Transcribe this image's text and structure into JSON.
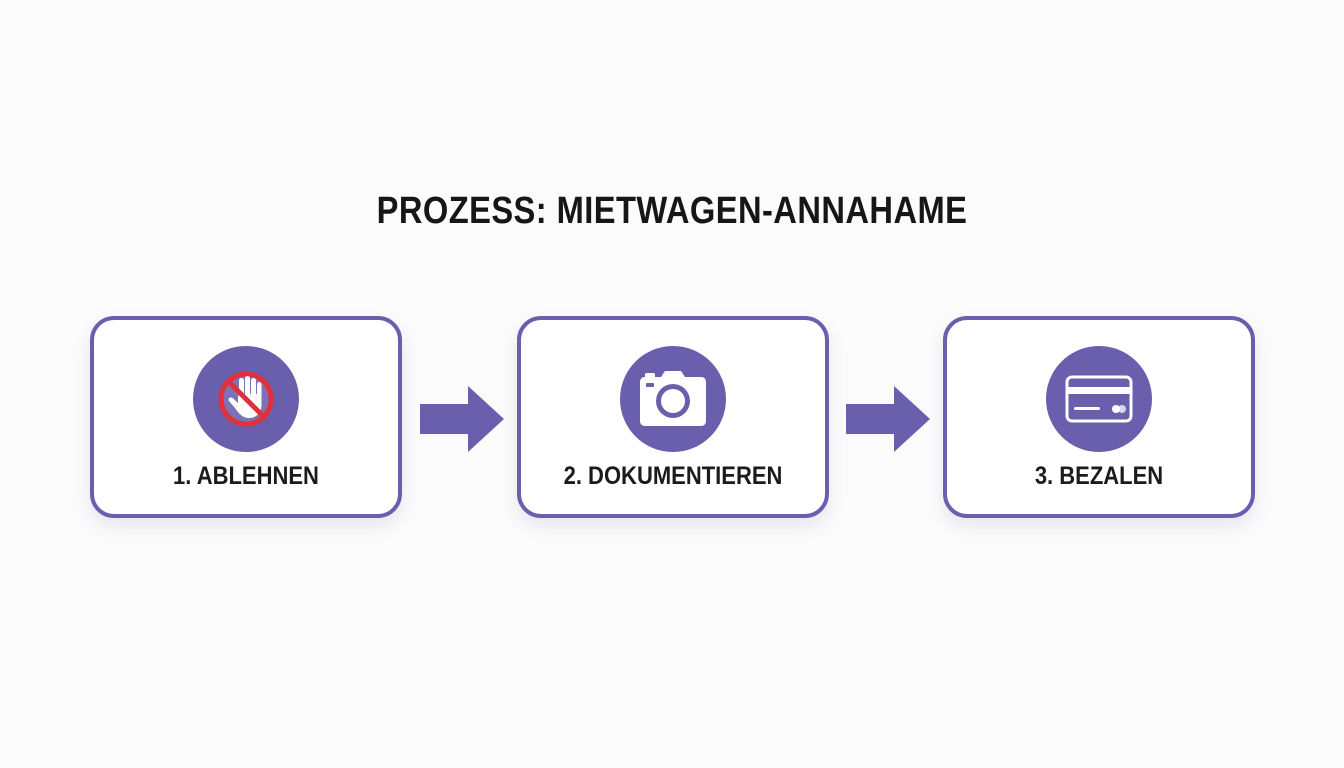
{
  "title": "PROZESS: MIETWAGEN-ANNAHAME",
  "colors": {
    "accent": "#6a5fad",
    "prohibition": "#e0313a",
    "background": "#fbfbfc",
    "text": "#161616"
  },
  "steps": [
    {
      "label": "1. ABLEHNEN",
      "icon": "no-hand-icon"
    },
    {
      "label": "2. DOKUMENTIEREN",
      "icon": "camera-icon"
    },
    {
      "label": "3. BEZALEN",
      "icon": "credit-card-icon"
    }
  ]
}
